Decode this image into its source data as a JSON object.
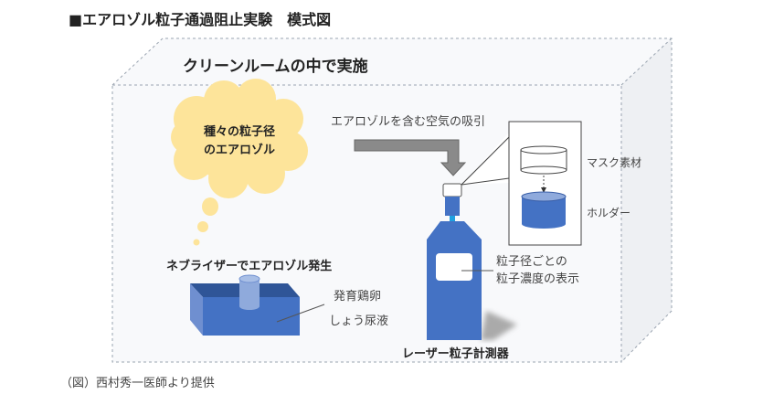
{
  "title": "■エアロゾル粒子通過阻止実験　模式図",
  "room_label": "クリーンルームの中で実施",
  "cloud": {
    "line1": "種々の粒子径",
    "line2": "のエアロゾル"
  },
  "suction_label": "エアロゾルを含む空気の吸引",
  "callout": {
    "mask_label": "マスク素材",
    "holder_label": "ホルダー"
  },
  "display_label": {
    "line1": "粒子径ごとの",
    "line2": "粒子濃度の表示"
  },
  "counter_label": "レーザー粒子計測器",
  "nebulizer_label": "ネブライザーでエアロゾル発生",
  "fluid_label": {
    "line1": "発育鶏卵",
    "line2": "しょう尿液"
  },
  "caption": "（図）西村秀一医師より提供",
  "colors": {
    "blue": "#4472c4",
    "cloud": "#fde49a",
    "arrow": "#8a8a8a",
    "cyan": "#1fa0e0"
  }
}
